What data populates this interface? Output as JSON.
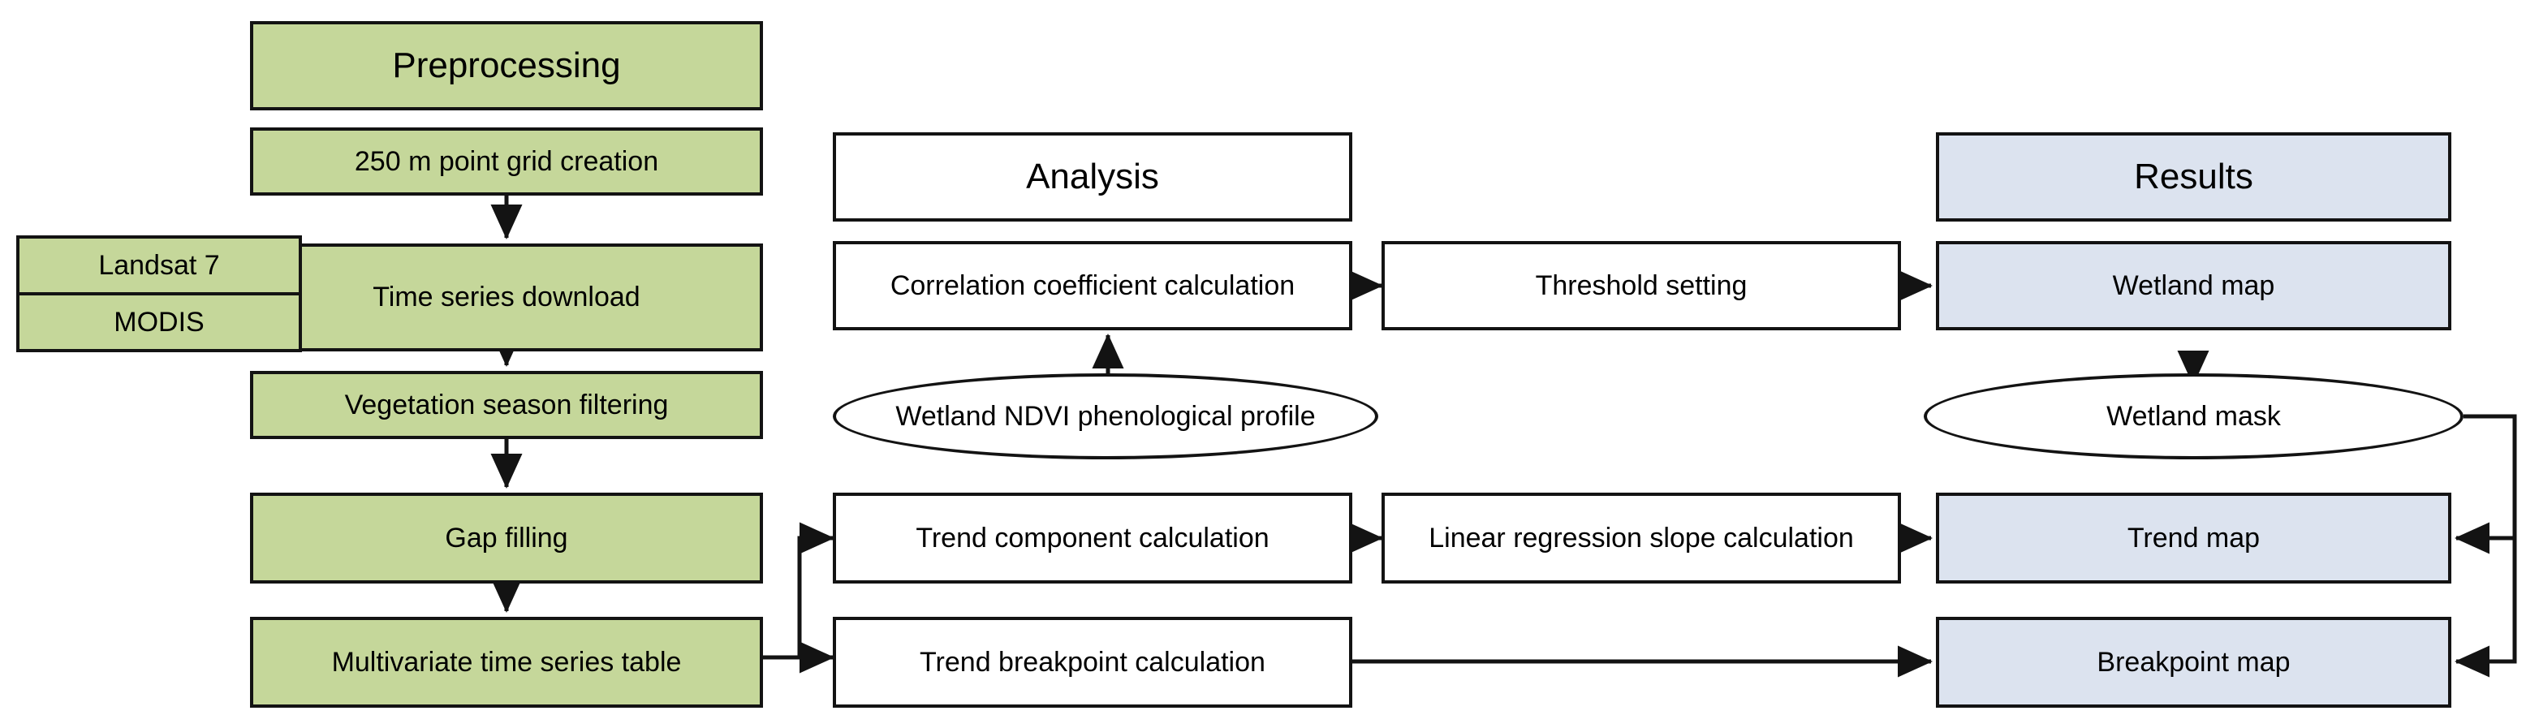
{
  "diagram": {
    "title_columns": {
      "preprocessing": "Preprocessing",
      "analysis": "Analysis",
      "results": "Results"
    },
    "colors": {
      "preprocessing_fill": "#c5d79a",
      "analysis_fill": "#ffffff",
      "results_fill": "#dce3ef",
      "stroke": "#131313",
      "background": "#ffffff"
    },
    "preprocessing_nodes": [
      {
        "id": "point-grid",
        "label": "250 m point grid creation"
      },
      {
        "id": "time-series-dl",
        "label": "Time series download"
      },
      {
        "id": "veg-season-filter",
        "label": "Vegetation season filtering"
      },
      {
        "id": "gap-filling",
        "label": "Gap filling"
      },
      {
        "id": "multivariate-tbl",
        "label": "Multivariate time series table"
      }
    ],
    "data_sources": [
      {
        "id": "landsat-7",
        "label": "Landsat 7"
      },
      {
        "id": "modis",
        "label": "MODIS"
      }
    ],
    "analysis_nodes": [
      {
        "id": "correlation-coeff",
        "label": "Correlation coefficient calculation"
      },
      {
        "id": "threshold-setting",
        "label": "Threshold setting"
      },
      {
        "id": "trend-component",
        "label": "Trend component calculation"
      },
      {
        "id": "linear-regression",
        "label": "Linear regression slope calculation"
      },
      {
        "id": "trend-breakpoint",
        "label": "Trend breakpoint calculation"
      }
    ],
    "analysis_ellipses": [
      {
        "id": "wetland-ndvi-profile",
        "label": "Wetland NDVI phenological profile"
      }
    ],
    "results_nodes": [
      {
        "id": "wetland-map",
        "label": "Wetland map"
      },
      {
        "id": "trend-map",
        "label": "Trend map"
      },
      {
        "id": "breakpoint-map",
        "label": "Breakpoint map"
      }
    ],
    "results_ellipses": [
      {
        "id": "wetland-mask",
        "label": "Wetland mask"
      }
    ]
  }
}
